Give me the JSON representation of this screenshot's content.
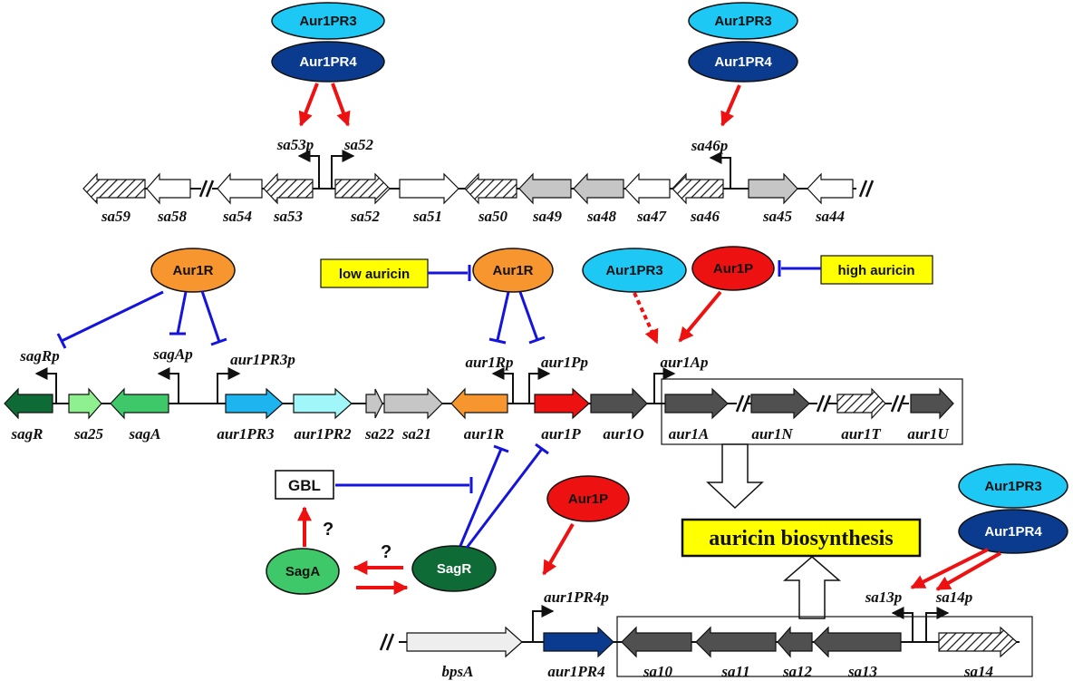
{
  "colors": {
    "cyan": "#1ec8f5",
    "navy": "#0b3b8f",
    "orange": "#f7952e",
    "red": "#ee1111",
    "yellow": "#ffff00",
    "blue_inhibit": "#1414dc",
    "dark_gray": "#505050",
    "light_gray": "#c6c6c6"
  },
  "proteins": {
    "aur1pr3": "Aur1PR3",
    "aur1pr4": "Aur1PR4",
    "aur1r": "Aur1R",
    "aur1p": "Aur1P",
    "saga": "SagA",
    "sagr": "SagR"
  },
  "boxes": {
    "low_auricin": "low auricin",
    "high_auricin": "high auricin",
    "gbl": "GBL",
    "auricin_biosynthesis": "auricin biosynthesis"
  },
  "question_mark": "?",
  "cluster_top": {
    "genes": [
      "sa59",
      "sa58",
      "sa54",
      "sa53",
      "sa52",
      "sa51",
      "sa50",
      "sa49",
      "sa48",
      "sa47",
      "sa46",
      "sa45",
      "sa44"
    ],
    "promoters": [
      "sa53p",
      "sa52",
      "sa46p"
    ]
  },
  "cluster_middle": {
    "genes": [
      "sagR",
      "sa25",
      "sagA",
      "aur1PR3",
      "aur1PR2",
      "sa22",
      "sa21",
      "aur1R",
      "aur1P",
      "aur1O",
      "aur1A",
      "aur1N",
      "aur1T",
      "aur1U"
    ],
    "promoters": [
      "sagRp",
      "sagAp",
      "aur1PR3p",
      "aur1Rp",
      "aur1Pp",
      "aur1Ap"
    ]
  },
  "cluster_bottom": {
    "genes": [
      "bpsA",
      "aur1PR4",
      "sa10",
      "sa11",
      "sa12",
      "sa13",
      "sa14"
    ],
    "promoters": [
      "aur1PR4p",
      "sa13p",
      "sa14p"
    ]
  }
}
